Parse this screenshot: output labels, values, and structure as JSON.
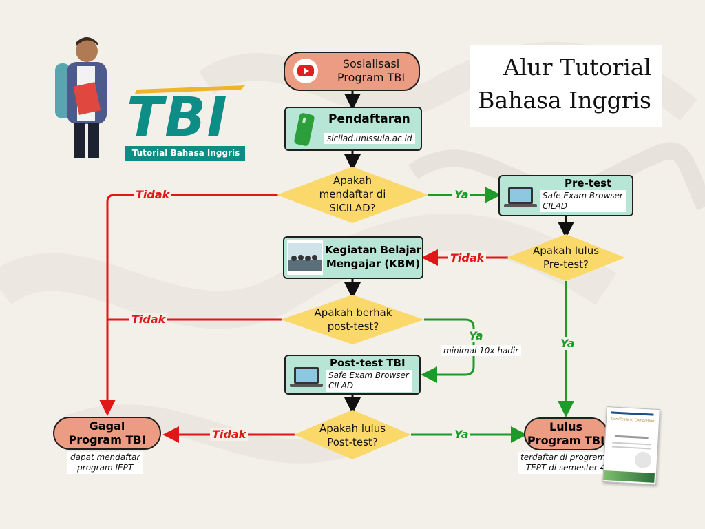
{
  "title": {
    "line1": "Alur Tutorial",
    "line2": "Bahasa Inggris"
  },
  "logo": {
    "letters": "TBI",
    "subtitle": "Tutorial Bahasa Inggris"
  },
  "nodes": {
    "sosialisasi": {
      "line1": "Sosialisasi",
      "line2": "Program TBI"
    },
    "pendaftaran": {
      "title": "Pendaftaran",
      "sub": "sicilad.unissula.ac.id"
    },
    "q_daftar": {
      "line1": "Apakah",
      "line2": "mendaftar di",
      "line3": "SICILAD?"
    },
    "pretest": {
      "title": "Pre-test TBI",
      "sub1": "Safe Exam Browser",
      "sub2": "CILAD"
    },
    "q_lulus_pre": {
      "line1": "Apakah lulus",
      "line2": "Pre-test?"
    },
    "kbm": {
      "line1": "Kegiatan Belajar",
      "line2": "Mengajar (KBM)"
    },
    "q_berhak": {
      "line1": "Apakah berhak",
      "line2": "post-test?"
    },
    "posttest": {
      "title": "Post-test TBI",
      "sub1": "Safe Exam Browser",
      "sub2": "CILAD"
    },
    "q_lulus_post": {
      "line1": "Apakah lulus",
      "line2": "Post-test?"
    },
    "gagal": {
      "line1": "Gagal",
      "line2": "Program TBI",
      "note1": "dapat mendaftar",
      "note2": "program IEPT"
    },
    "lulus": {
      "line1": "Lulus",
      "line2": "Program TBI",
      "note1": "terdaftar di program",
      "note2": "TEPT di semester 4"
    }
  },
  "edge_labels": {
    "tidak1": "Tidak",
    "ya1": "Ya",
    "tidak2": "Tidak",
    "tidak3": "Tidak",
    "ya2": "Ya",
    "ya_note": "minimal 10x hadir",
    "ya3": "Ya",
    "tidak4": "Tidak",
    "ya4": "Ya"
  },
  "certificate": {
    "heading": "Certificate of Completion"
  },
  "colors": {
    "background": "#f3efe9",
    "teal": "#b8e6d6",
    "salmon": "#ec9c83",
    "diamond": "#fbd86a",
    "no": "#e11616",
    "yes": "#1e9a2a",
    "logo_teal": "#0e8c86",
    "logo_gold": "#f0b429"
  },
  "icons": [
    "youtube-icon",
    "phone-icon",
    "laptop-icon",
    "classroom-photo",
    "certificate-image",
    "student-illustration"
  ]
}
